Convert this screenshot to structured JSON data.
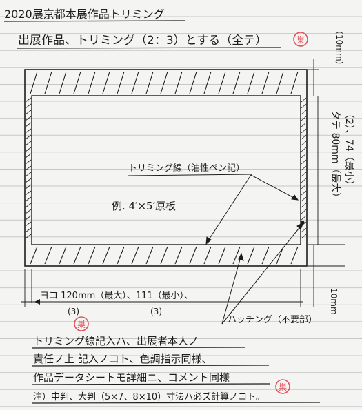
{
  "header": {
    "line1": "2020展京都本展作品トリミング",
    "line2": "出展作品、トリミング（2：3）とする（全テ）",
    "stamp": "巣"
  },
  "diagram": {
    "trim_line_label": "トリミング線（油性ペン記）",
    "example_label": "例. 4′×5′原板",
    "top_margin": "（10mm）",
    "right_dim_line1": "タテ 80mm（最大）",
    "right_dim_line2": "（2）、74（最小）",
    "bottom_right_margin": "10mm",
    "width_dim": "ヨコ 120mm（最大）、111（最小）、",
    "width_ratio_a": "(3)",
    "width_ratio_b": "(3)",
    "hatching_label": "ハッチング（不要部）"
  },
  "notes": {
    "line1": "トリミング線記入ハ、出展者本人ノ",
    "line2": "責任ノ上 記入ノコト、色調指示同様、",
    "line3": "作品データシートモ詳細ニ、コメント同様",
    "line4": "注）中判、大判（5×7、8×10）寸法ハ必ズ計算ノコト。",
    "stamp_mid": "巣",
    "stamp_bottom": "巣"
  }
}
